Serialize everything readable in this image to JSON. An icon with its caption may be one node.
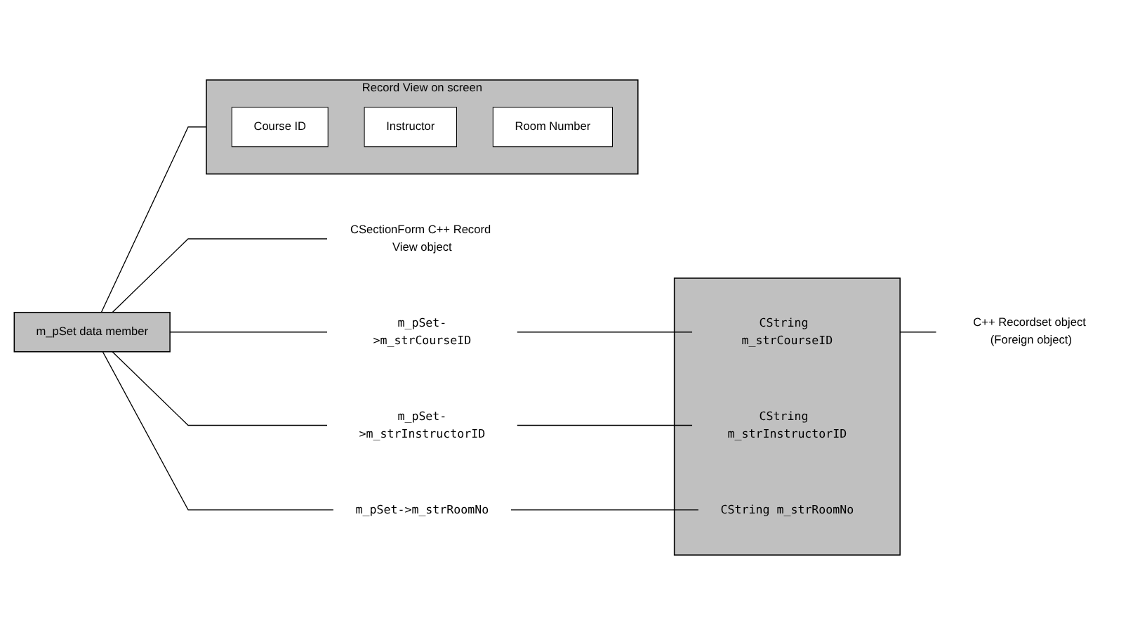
{
  "diagram": {
    "nodes": [
      {
        "text": [
          "Record View on screen"
        ]
      },
      {
        "text": [
          "Course ID"
        ],
        "in": 0
      },
      {
        "text": [
          "Instructor"
        ],
        "in": 0
      },
      {
        "text": [
          "Room Number"
        ],
        "in": 0
      },
      {
        "text": [
          "m_pSet data member"
        ]
      },
      {
        "text": [
          "CSectionForm C++ Record View object"
        ]
      },
      {
        "text": [
          "m_pSet->m_strCourseID"
        ]
      },
      {
        "text": [
          "m_pSet->m_strInstructorID"
        ]
      },
      {
        "text": [
          "m_pSet->m_strRoomNo"
        ]
      },
      {
        "text": [],
        "shape": "box"
      },
      {
        "text": [
          "CString m_strCourseID"
        ],
        "in": 9
      },
      {
        "text": [
          "CString m_strInstructorID"
        ],
        "in": 9
      },
      {
        "text": [
          "CString m_strRoomNo"
        ],
        "in": 9
      },
      {
        "text": [
          "C++ Recordset object (Foreign object)"
        ]
      }
    ],
    "edges": [
      {
        "from": 4,
        "to": 0,
        "arrow": "none"
      },
      {
        "from": 4,
        "to": 5,
        "arrow": "none"
      },
      {
        "from": 4,
        "to": 6,
        "arrow": "none"
      },
      {
        "from": 4,
        "to": 7,
        "arrow": "none"
      },
      {
        "from": 4,
        "to": 8,
        "arrow": "none"
      },
      {
        "from": 6,
        "to": 10,
        "arrow": "none"
      },
      {
        "from": 7,
        "to": 11,
        "arrow": "none"
      },
      {
        "from": 8,
        "to": 12,
        "arrow": "none"
      },
      {
        "from": 9,
        "to": 13,
        "arrow": "none"
      }
    ]
  }
}
